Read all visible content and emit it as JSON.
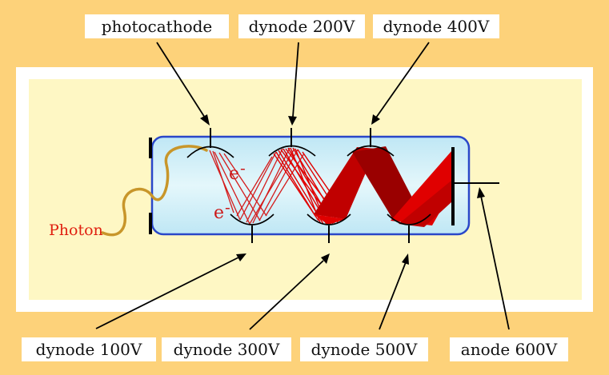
{
  "labels": {
    "photocathode": "photocathode",
    "dynode_200": "dynode 200V",
    "dynode_400": "dynode 400V",
    "dynode_100": "dynode 100V",
    "dynode_300": "dynode 300V",
    "dynode_500": "dynode 500V",
    "anode_600": "anode 600V",
    "photon": "Photon",
    "electron_upper": "e",
    "electron_lower": "e",
    "electron_charge": "-"
  },
  "colors": {
    "outer_background": "#fdd27a",
    "frame_white": "#ffffff",
    "inner_panel": "#fef7c4",
    "tube_fill": "#ccecf6",
    "tube_stroke": "#2a47c9",
    "photon_wave": "#c8962a",
    "electron_red": "#e00000",
    "electron_dark_red": "#a40000"
  },
  "icons": {
    "photon": "wavy-photon-icon",
    "arrow": "pointer-arrow-icon"
  }
}
